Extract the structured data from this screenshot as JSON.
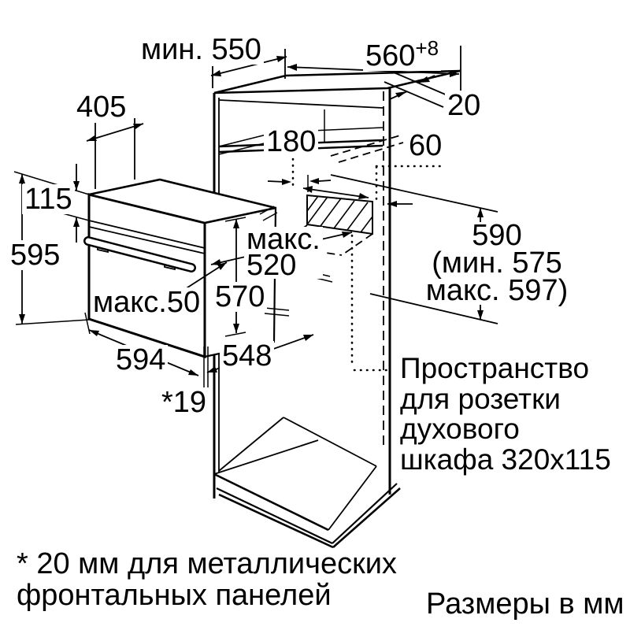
{
  "diagram": {
    "dims": {
      "min550": "мин. 550",
      "w560": {
        "value": "560",
        "tol": "+8"
      },
      "d405": "405",
      "g20": "20",
      "h180": "180",
      "g60": "60",
      "h115": "115",
      "h595": "595",
      "maks520": {
        "line1": "макс.",
        "line2": "520"
      },
      "h570": "570",
      "maks50": "макс.50",
      "h590": {
        "main": "590",
        "min": "(мин. 575",
        "max": "макс. 597)"
      },
      "w594": "594",
      "d548": "548",
      "g19": "*19"
    },
    "socket_note": {
      "line1": "Пространство",
      "line2": "для розетки",
      "line3": "духового",
      "line4": "шкафа 320x115"
    },
    "footnote": {
      "line1": "* 20 мм для металлических",
      "line2": "фронтальных панелей"
    },
    "units_note": "Размеры в мм"
  }
}
